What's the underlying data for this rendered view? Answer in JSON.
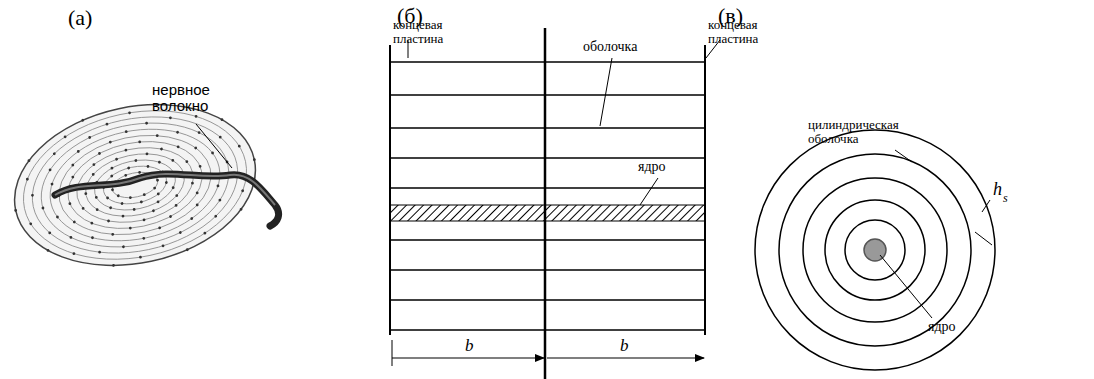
{
  "diagram": {
    "labels": [
      "(а)",
      "(б)",
      "(в)",
      "нервное волокно",
      "концевая пластина",
      "оболочка",
      "ядро",
      "концевая пластина",
      "b",
      "b",
      "цилиндрическая оболочка",
      "h",
      "s",
      "ядро"
    ]
  }
}
